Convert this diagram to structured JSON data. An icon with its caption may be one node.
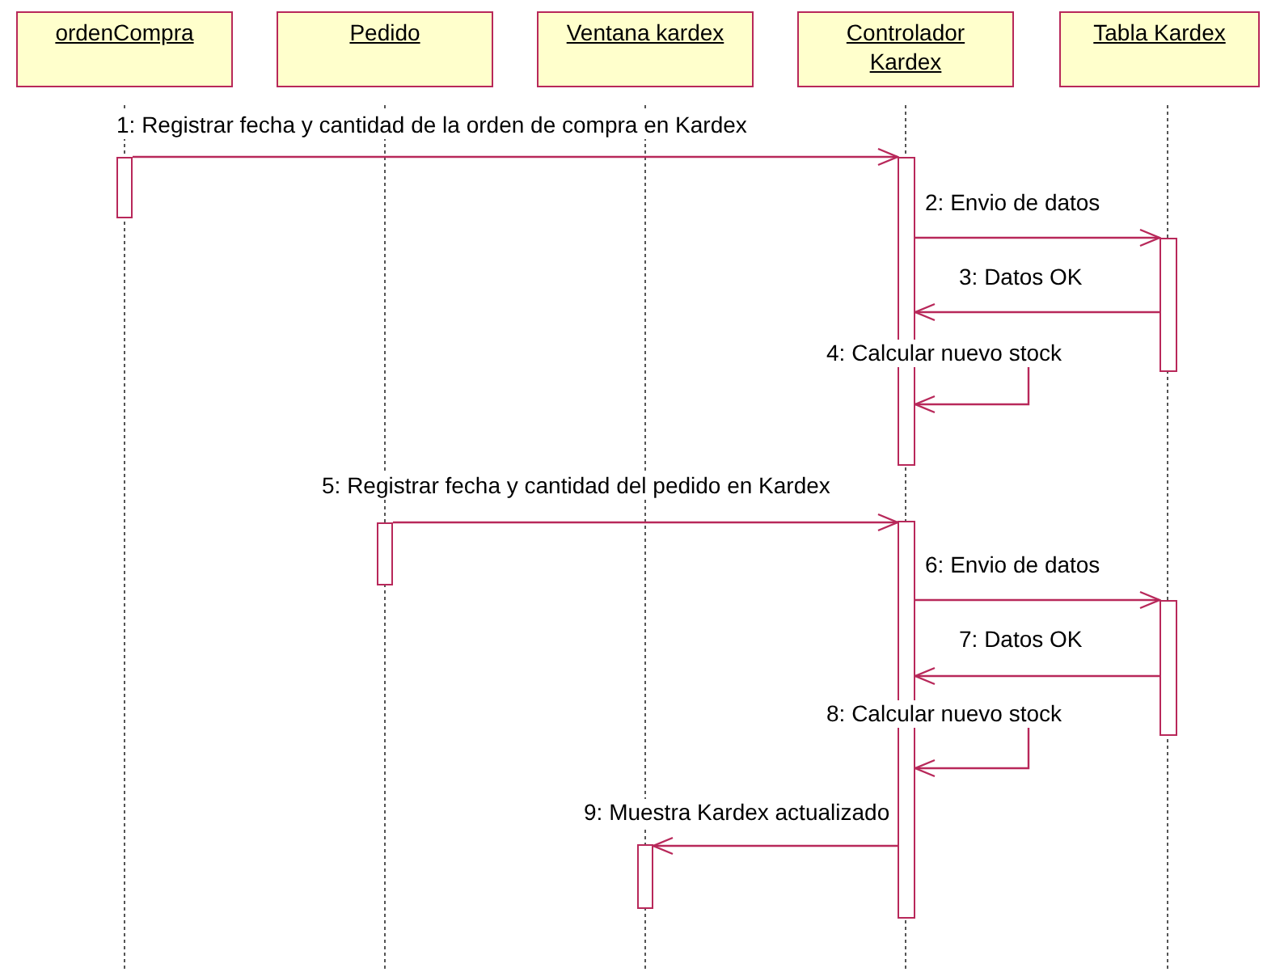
{
  "diagram": {
    "nodes": [
      {
        "text": [
          "ordenCompra"
        ]
      },
      {
        "text": [
          "Pedido"
        ]
      },
      {
        "text": [
          "Ventana kardex"
        ]
      },
      {
        "text": [
          "Controlador Kardex"
        ]
      },
      {
        "text": [
          "Tabla Kardex"
        ]
      },
      {
        "text": [],
        "shape": "bar"
      },
      {
        "text": [],
        "shape": "bar"
      },
      {
        "text": [],
        "shape": "bar"
      },
      {
        "text": [],
        "shape": "bar"
      },
      {
        "text": [],
        "shape": "bar"
      },
      {
        "text": [],
        "shape": "bar"
      },
      {
        "text": [],
        "shape": "bar"
      }
    ],
    "edges": [
      {
        "from": 5,
        "to": 6,
        "arrow": "to",
        "label": "1: Registrar fecha y cantidad de la orden de compra en Kardex"
      },
      {
        "from": 6,
        "to": 7,
        "arrow": "to",
        "label": "2: Envio de datos"
      },
      {
        "from": 7,
        "to": 6,
        "arrow": "to",
        "label": "3: Datos OK"
      },
      {
        "from": 6,
        "to": 6,
        "arrow": "to",
        "label": "4: Calcular nuevo stock"
      },
      {
        "from": 8,
        "to": 9,
        "arrow": "to",
        "label": "5: Registrar fecha y cantidad del pedido en Kardex"
      },
      {
        "from": 9,
        "to": 10,
        "arrow": "to",
        "label": "6: Envio de datos"
      },
      {
        "from": 10,
        "to": 9,
        "arrow": "to",
        "label": "7: Datos OK"
      },
      {
        "from": 9,
        "to": 9,
        "arrow": "to",
        "label": "8: Calcular nuevo stock"
      },
      {
        "from": 9,
        "to": 11,
        "arrow": "to",
        "label": "9: Muestra Kardex actualizado"
      }
    ]
  }
}
